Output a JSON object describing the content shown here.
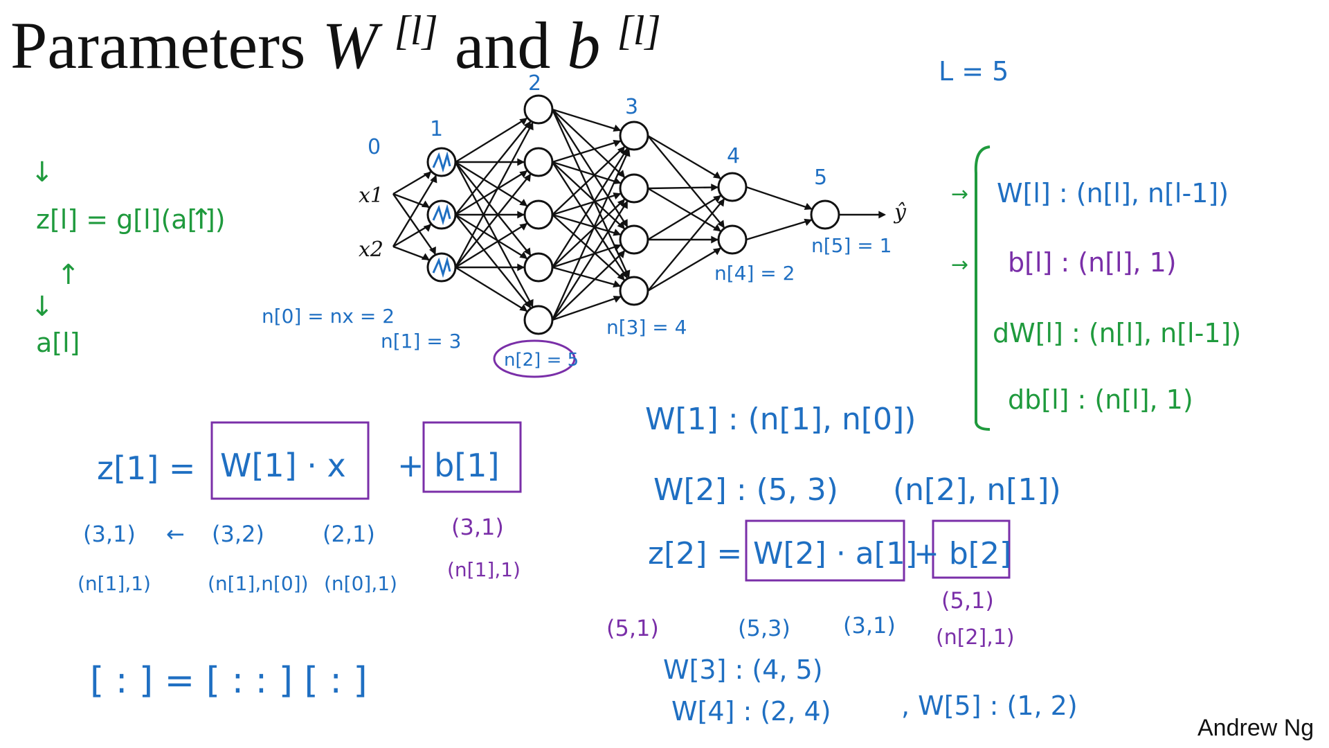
{
  "colors": {
    "ink_black": "#111111",
    "ink_blue": "#1f6fc2",
    "ink_purple": "#7a2fa8",
    "ink_green": "#1f9a3d"
  },
  "slide": {
    "title": {
      "prefix": "Parameters ",
      "W": "W",
      "l_sup_W": "[l]",
      "and": " and ",
      "b": "b",
      "l_sup_b": "[l]"
    },
    "footer": "Andrew Ng"
  },
  "network": {
    "layer_labels": [
      "0",
      "1",
      "2",
      "3",
      "4",
      "5"
    ],
    "inputs": [
      "x1",
      "x2"
    ],
    "output": "ŷ",
    "layer_sizes_text": [
      "n[0] = nx = 2",
      "n[1] = 3",
      "n[2] = 5",
      "n[3] = 4",
      "n[4] = 2",
      "n[5] = 1"
    ]
  },
  "annotations": {
    "L_eq": "L = 5",
    "general_shapes": [
      "W[l] : (n[l], n[l-1])",
      "b[l] : (n[l], 1)",
      "dW[l] : (n[l], n[l-1])",
      "db[l] : (n[l], 1)"
    ],
    "left_notes": {
      "z_eq_g": "z[l] = g[l](a[l])",
      "a_l": "a[l]"
    },
    "equation_1": {
      "z1": "z[1] =",
      "W1x": "W[1] · x",
      "b1": "+ b[1]",
      "dims_row1": [
        "(3,1)",
        "←",
        "(3,2)",
        "(2,1)",
        "(3,1)"
      ],
      "dims_row2": [
        "(n[1],1)",
        "(n[1],n[0])",
        "(n[0],1)",
        "(n[1],1)"
      ],
      "matrix_vis": "[ : ] = [ : : ] [ : ]"
    },
    "equation_2": {
      "W1_shape": "W[1] : (n[1], n[0])",
      "W2_shape": "W[2] : (5, 3)",
      "W2_general": "(n[2], n[1])",
      "z2": "z[2] =",
      "W2a1": "W[2] · a[1]",
      "b2": "+ b[2]",
      "dims": [
        "(5,1)",
        "(5,3)",
        "(3,1)",
        "(5,1)"
      ],
      "b2_dims_general": "(n[2],1)",
      "W3": "W[3] : (4, 5)",
      "W4": "W[4] : (2, 4)",
      "W5": ", W[5] : (1, 2)"
    }
  }
}
